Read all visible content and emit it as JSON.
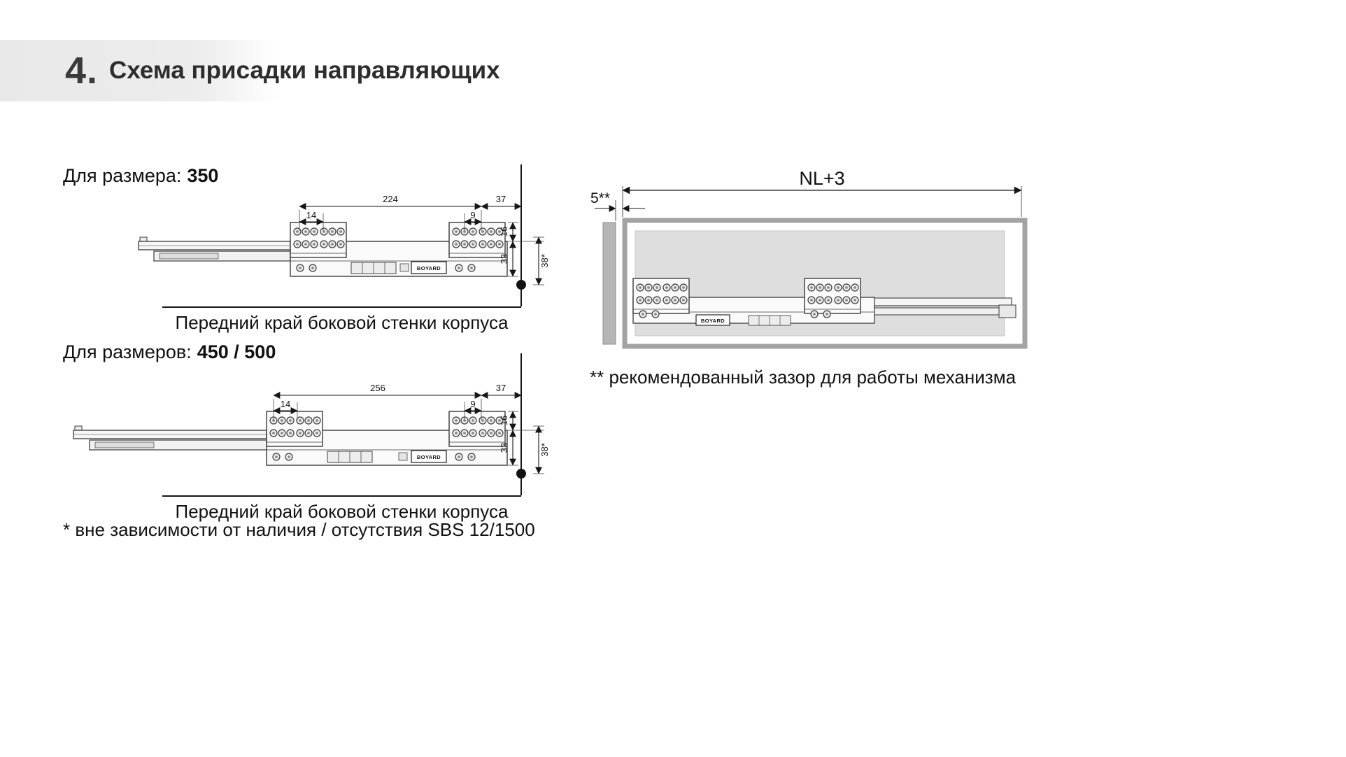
{
  "heading": {
    "number": "4.",
    "title": "Схема присадки направляющих"
  },
  "drawingA": {
    "label_prefix": "Для размера:",
    "label_value": "350",
    "caption": "Передний край боковой стенки корпуса",
    "brand": "BOYARD",
    "dims": {
      "span": "224",
      "to_edge": "37",
      "offset_left": "14",
      "offset_right": "9",
      "v16": "16",
      "v33": "33",
      "v38": "38*"
    }
  },
  "drawingB": {
    "label_prefix": "Для размеров:",
    "label_value": "450 / 500",
    "caption": "Передний край боковой стенки корпуса",
    "brand": "BOYARD",
    "dims": {
      "span": "256",
      "to_edge": "37",
      "offset_left": "14",
      "offset_right": "9",
      "v16": "16",
      "v33": "33",
      "v38": "38*"
    }
  },
  "cabinet": {
    "length_label": "NL+3",
    "gap_label": "5**",
    "brand": "BOYARD",
    "note": "** рекомендованный зазор для работы механизма"
  },
  "footnote": {
    "text": "* вне зависимости от наличия / отсутствия",
    "product": "SBS 12/1500"
  },
  "colors": {
    "ink": "#161616",
    "panel_gray": "#dedede",
    "wall_gray": "#b5b5b5",
    "header_gray": "#ebebeb"
  }
}
